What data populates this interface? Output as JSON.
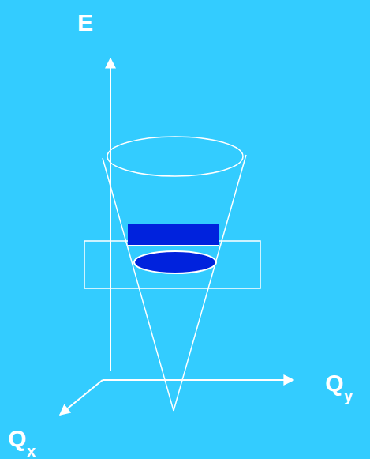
{
  "diagram": {
    "labels": [
      "E",
      "Q",
      "y",
      "Q",
      "x"
    ]
  }
}
